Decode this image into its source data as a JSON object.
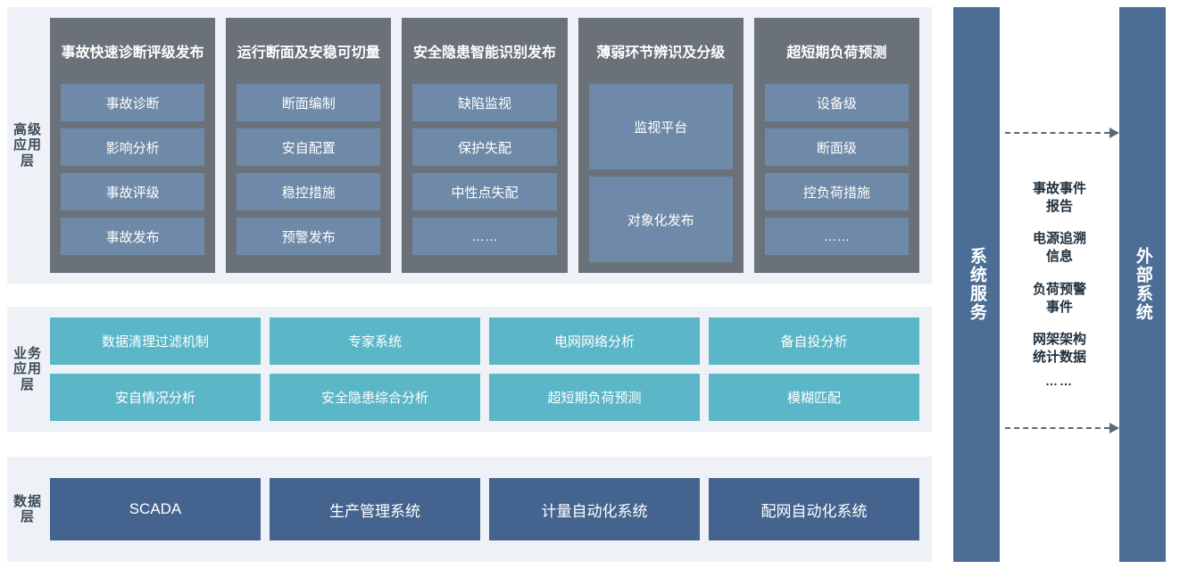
{
  "layers": {
    "top": {
      "label": "高级应用层",
      "columns": [
        {
          "title": "事故快速诊断评级发布",
          "items": [
            "事故诊断",
            "影响分析",
            "事故评级",
            "事故发布"
          ]
        },
        {
          "title": "运行断面及安稳可切量",
          "items": [
            "断面编制",
            "安自配置",
            "稳控措施",
            "预警发布"
          ]
        },
        {
          "title": "安全隐患智能识别发布",
          "items": [
            "缺陷监视",
            "保护失配",
            "中性点失配",
            "……"
          ]
        },
        {
          "title": "薄弱环节辨识及分级",
          "items": [
            "监视平台",
            "对象化发布"
          ]
        },
        {
          "title": "超短期负荷预测",
          "items": [
            "设备级",
            "断面级",
            "控负荷措施",
            "……"
          ]
        }
      ]
    },
    "middle": {
      "label": "业务应用层",
      "rows": [
        [
          "数据清理过滤机制",
          "专家系统",
          "电网网络分析",
          "备自投分析"
        ],
        [
          "安自情况分析",
          "安全隐患综合分析",
          "超短期负荷预测",
          "模糊匹配"
        ]
      ]
    },
    "bottom": {
      "label": "数据层",
      "items": [
        "SCADA",
        "生产管理系统",
        "计量自动化系统",
        "配网自动化系统"
      ]
    }
  },
  "side": {
    "system_service": "系统服务",
    "external_system": "外部系统"
  },
  "messages": [
    "事故事件\n报告",
    "电源追溯\n信息",
    "负荷预警\n事件",
    "网架架构\n统计数据"
  ],
  "messages_ellipsis": "……",
  "colors": {
    "panel_bg": "#eef2f7",
    "top_group": "#6b7179",
    "top_item": "#6f8aa8",
    "mid_item": "#5bb6c8",
    "bot_item": "#44648f",
    "side_col": "#4c6e96",
    "arrow": "#5a6a78",
    "label_text": "#3d4a57"
  }
}
